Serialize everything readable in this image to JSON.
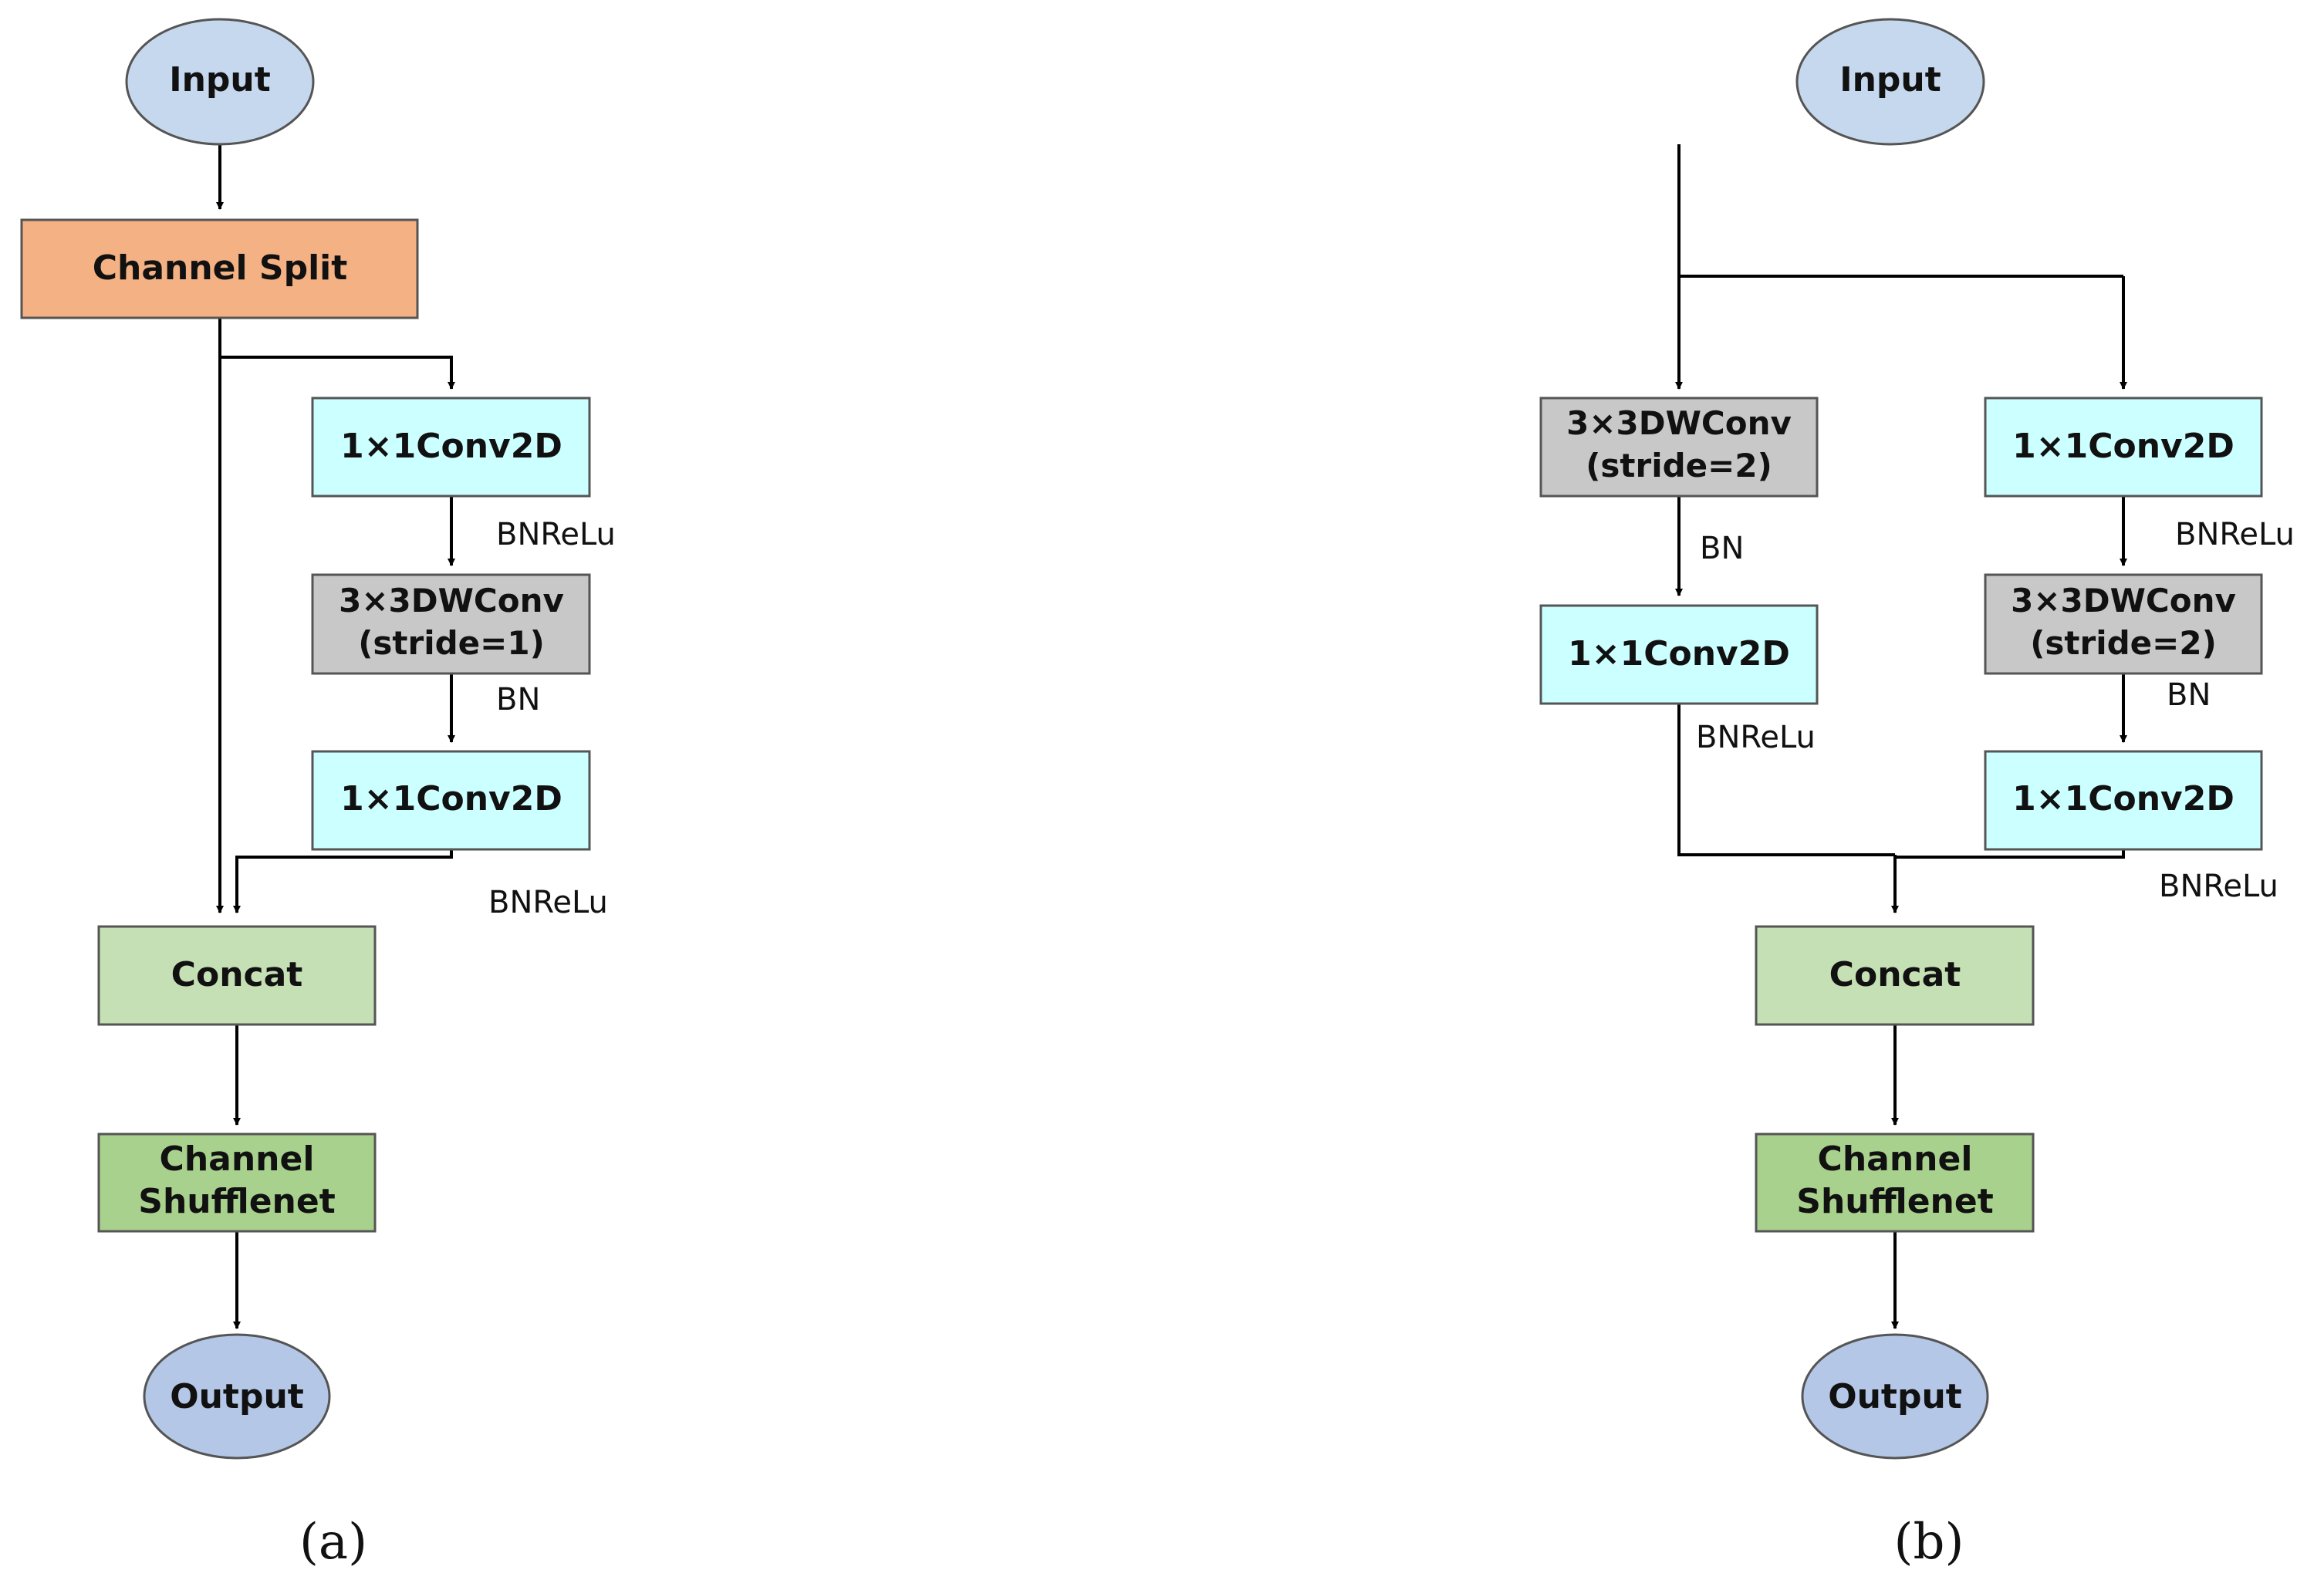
{
  "colors": {
    "input_fill": "#c6d8ee",
    "split_fill": "#f4b183",
    "conv_fill": "#ccffff",
    "dwconv_fill": "#c8c8c8",
    "concat_fill": "#c5e0b4",
    "shuffle_fill": "#a9d18e",
    "output_fill": "#b4c7e7",
    "stroke": "#555555"
  },
  "panel_a": {
    "input": "Input",
    "channel_split": "Channel Split",
    "conv1": "1×1Conv2D",
    "label_bnrelu_1": "BNReLu",
    "dwconv_line1": "3×3DWConv",
    "dwconv_line2": "(stride=1)",
    "label_bn": "BN",
    "conv2": "1×1Conv2D",
    "label_bnrelu_2": "BNReLu",
    "concat": "Concat",
    "shuffle_line1": "Channel",
    "shuffle_line2": "Shufflenet",
    "output": "Output",
    "caption": "(a)"
  },
  "panel_b": {
    "input": "Input",
    "left_dwconv_line1": "3×3DWConv",
    "left_dwconv_line2": "(stride=2)",
    "left_label_bn": "BN",
    "left_conv": "1×1Conv2D",
    "left_label_bnrelu": "BNReLu",
    "right_conv1": "1×1Conv2D",
    "right_label_bnrelu_1": "BNReLu",
    "right_dwconv_line1": "3×3DWConv",
    "right_dwconv_line2": "(stride=2)",
    "right_label_bn": "BN",
    "right_conv2": "1×1Conv2D",
    "right_label_bnrelu_2": "BNReLu",
    "concat": "Concat",
    "shuffle_line1": "Channel",
    "shuffle_line2": "Shufflenet",
    "output": "Output",
    "caption": "(b)"
  }
}
